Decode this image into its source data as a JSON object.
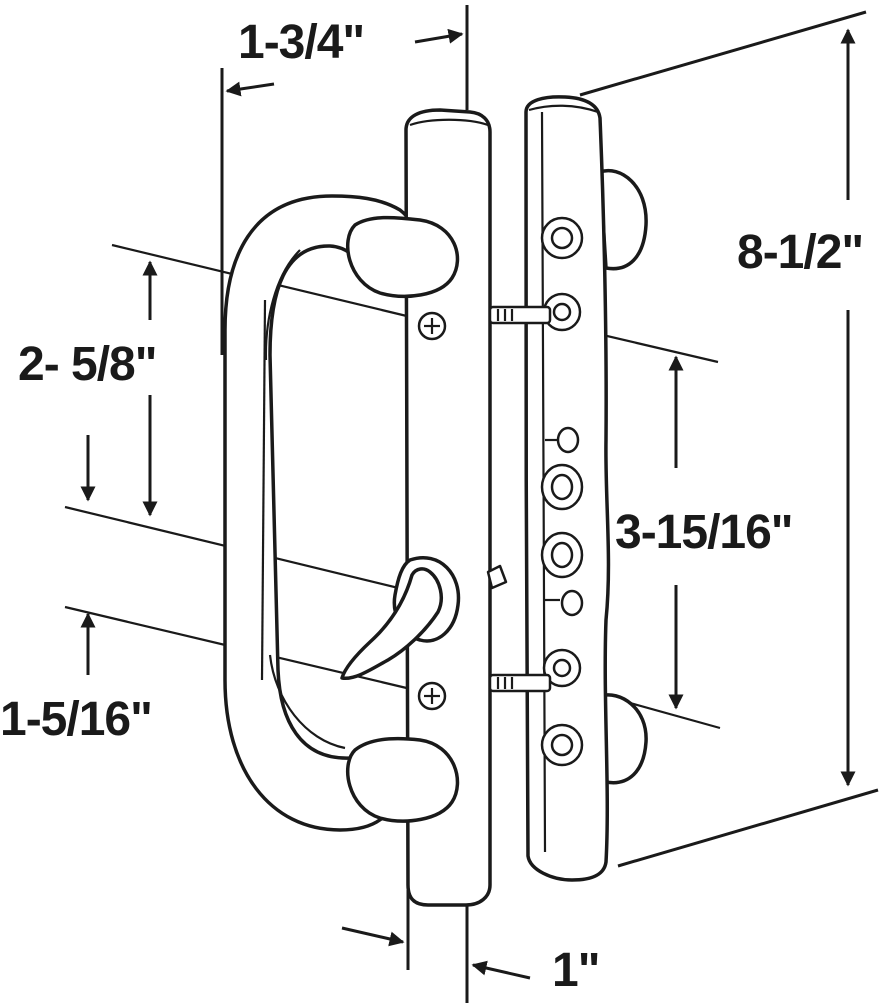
{
  "dimensions": {
    "top_width": "1-3/4\"",
    "overall_height": "8-1/2\"",
    "upper_offset": "2- 5/8\"",
    "hole_spacing": "3-15/16\"",
    "lower_offset": "1-5/16\"",
    "plate_width": "1\""
  },
  "icons": {
    "handle": "door-handle-icon",
    "screw": "screw-icon",
    "lever": "thumb-lever-icon"
  },
  "colors": {
    "line": "#1a1a1a",
    "background": "#ffffff"
  }
}
